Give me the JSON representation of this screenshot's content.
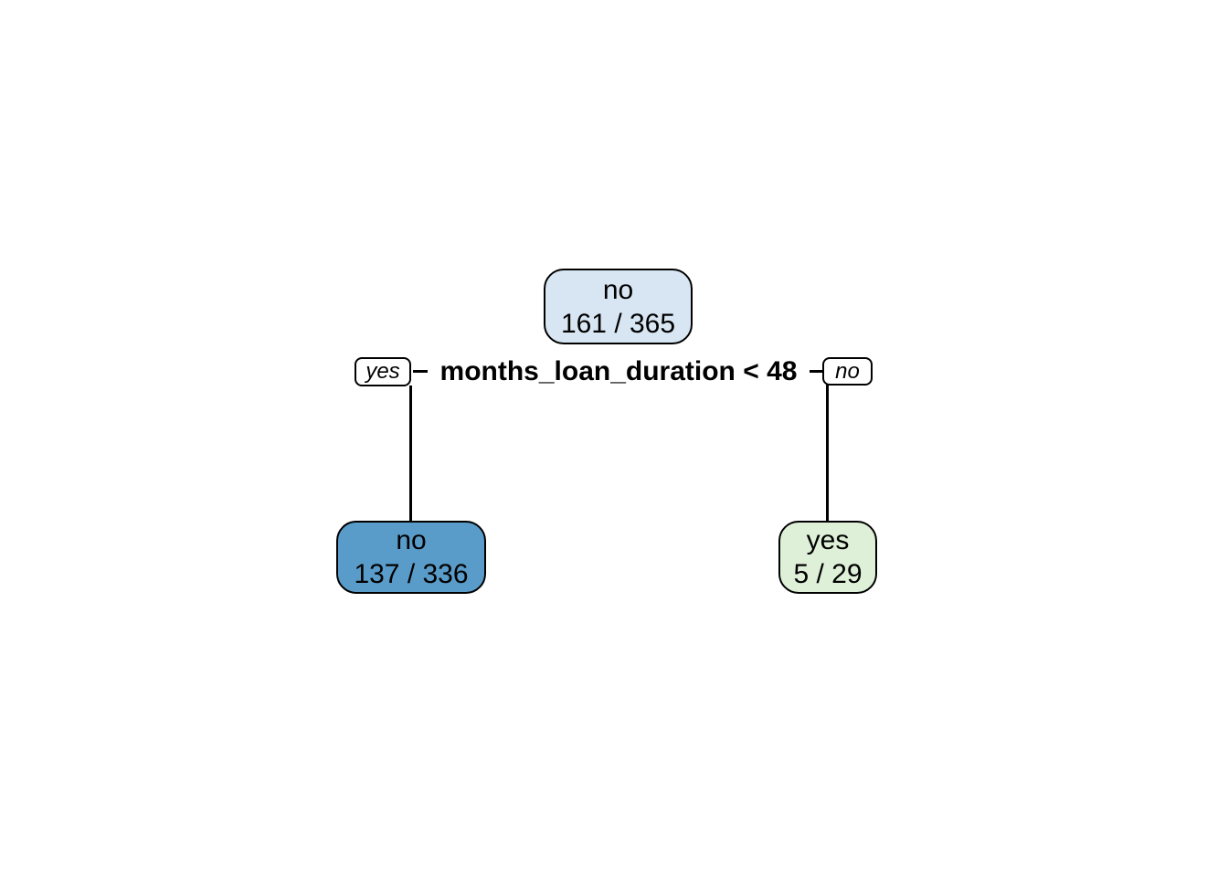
{
  "figure": {
    "type": "decision-tree",
    "background": "#ffffff",
    "tree": {
      "root": {
        "label": "no",
        "count": "161 / 365",
        "fill": "#d8e6f3"
      },
      "split": {
        "label": "months_loan_duration < 48",
        "yes_label": "yes",
        "no_label": "no"
      },
      "left_child": {
        "label": "no",
        "count": "137 / 336",
        "fill": "#5a9cc9"
      },
      "right_child": {
        "label": "yes",
        "count": "5 / 29",
        "fill": "#dff0d8"
      },
      "colors": {
        "node_border": "#000000",
        "branch_line": "#000000",
        "text": "#000000",
        "branch_label_bg": "#ffffff"
      }
    }
  }
}
